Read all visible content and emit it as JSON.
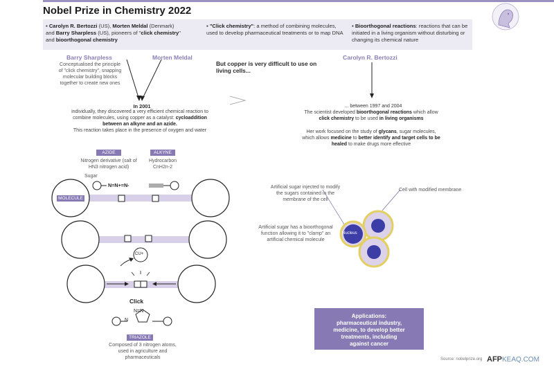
{
  "title": "Nobel Prize in Chemistry 2022",
  "intro": {
    "col1": {
      "name1": "Carolyn R. Bertozzi",
      "country1": "(US),",
      "name2": "Morten Meldal",
      "country2": "(Denmark)",
      "and": "and",
      "name3": "Barry Sharpless",
      "country3": "(US), pioneers of \"",
      "kw1": "click chemistry",
      "q": "\"",
      "and2": "and",
      "kw2": "bioorthogonal chemistry"
    },
    "col2": {
      "kw": "\"Click chemistry\"",
      "text": ": a method of combining molecules, used to develop pharmaceutical treatments or to map DNA"
    },
    "col3": {
      "kw": "Bioorthogonal reactions",
      "text": ": reactions that can be initiated in a living organism without disturbing or changing its chemical nature"
    }
  },
  "left": {
    "sharpless": "Barry Sharpless",
    "meldal": "Morten Meldal",
    "sharpless_desc": "Conceptualised the principle of \"click chemistry\", snapping molecular building blocks together to create new ones",
    "year": "In 2001",
    "body1": "individually, they discovered a very efficient chemical reaction to combine molecules, using copper as a catalyst:",
    "body_bold": "cycloaddition between an alkyne and an azide.",
    "body2": "This reaction takes place in the presence of oxygen and water",
    "azide_tag": "AZIDE",
    "azide_desc": "Nitrogen derivative (salt of HN3 nitrogen acid)",
    "alkyne_tag": "ALKYNE",
    "alkyne_desc": "Hydrocarbon CnH2n-2",
    "sugar": "Sugar",
    "azide_formula": "N=N+=N-",
    "molecule_tag": "MOLECULE",
    "cu_tag": "CU+",
    "click": "Click",
    "triazole_n": "N=N",
    "triazole_tag": "TRIAZOLE",
    "triazole_desc": "Composed of 3 nitrogen atoms, used in agriculture and pharmaceuticals"
  },
  "middle": {
    "copper": "But copper is very difficult to use on living cells..."
  },
  "right": {
    "bertozzi": "Carolyn R. Bertozzi",
    "years": "... between 1997 and 2004",
    "sci1": "The scientist developed",
    "sci_kw1": "bioorthogonal reactions",
    "sci2": "which allow",
    "sci_kw2": "click chemistry",
    "sci3": "to be used",
    "sci_kw3": "in living organisms",
    "work1": "Her work focused on the study of",
    "work_kw1": "glycans",
    "work2": ", sugar molecules, which allows",
    "work_kw2": "medicine",
    "work3": "to",
    "work_kw3": "better identify and target cells to be healed",
    "work4": "to make drugs more effective",
    "sugar_label": "Artificial sugar injected to modify the sugars contained in the membrane of the cell",
    "cell_label": "Cell with modified membrane",
    "artificial_label": "Artificial sugar has a bioorthogonal function allowing it to \"clamp\" an artificial chemical molecule",
    "nucleus": "Nucleus",
    "applications": [
      "Applications:",
      "pharmaceutical industry,",
      "medicine, to develop better",
      "treatments, including",
      "against cancer"
    ]
  },
  "credits": {
    "source": "Source: nobelprize.org",
    "agency": "AFP",
    "watermark": "KEAQ.COM"
  },
  "colors": {
    "accent": "#8679b4",
    "band": "#eceaf3",
    "cell_fill": "#dcd3ea",
    "cell_border": "#e4cf63",
    "nucleus": "#3d3da8",
    "chain": "#cfc7e2"
  }
}
